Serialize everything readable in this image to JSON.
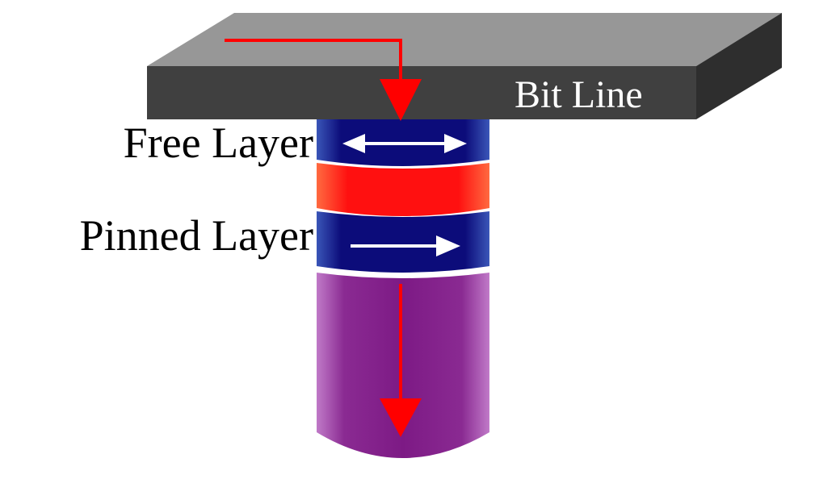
{
  "labels": {
    "bit_line": "Bit Line",
    "free_layer": "Free Layer",
    "pinned_layer": "Pinned Layer"
  },
  "colors": {
    "bit_line_top": "#979797",
    "bit_line_front": "#404040",
    "bit_line_side": "#2e2e2e",
    "layer_blue": "#0c0c7a",
    "layer_blue_edge": "#3a56b8",
    "barrier_red": "#ff1010",
    "barrier_red_edge": "#ff6a40",
    "pillar_purple": "#7d1a85",
    "pillar_purple_edge": "#c07ac8",
    "current_arrow": "#ff0000",
    "magnetization_arrow": "#ffffff",
    "label_dark": "#000000",
    "label_light": "#ffffff"
  },
  "icons": {
    "free_layer_magnetization": "double-headed-arrow",
    "pinned_layer_magnetization": "right-arrow",
    "current_flow": "down-arrow"
  }
}
